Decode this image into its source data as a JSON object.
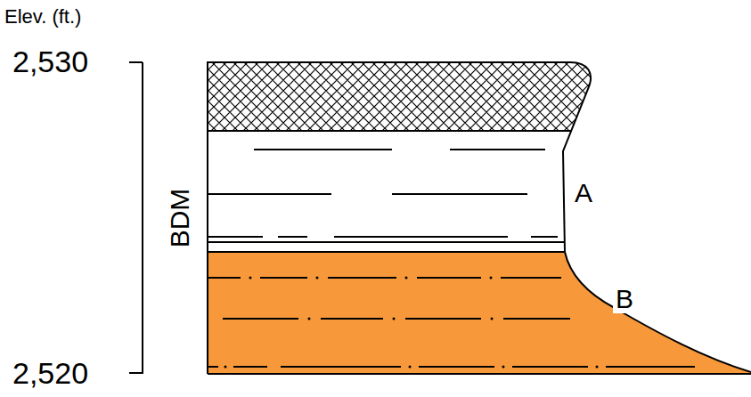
{
  "diagram": {
    "labels": [
      "Elev. (ft.)",
      "2,530",
      "2,520",
      "BDM",
      "A",
      "B"
    ]
  }
}
